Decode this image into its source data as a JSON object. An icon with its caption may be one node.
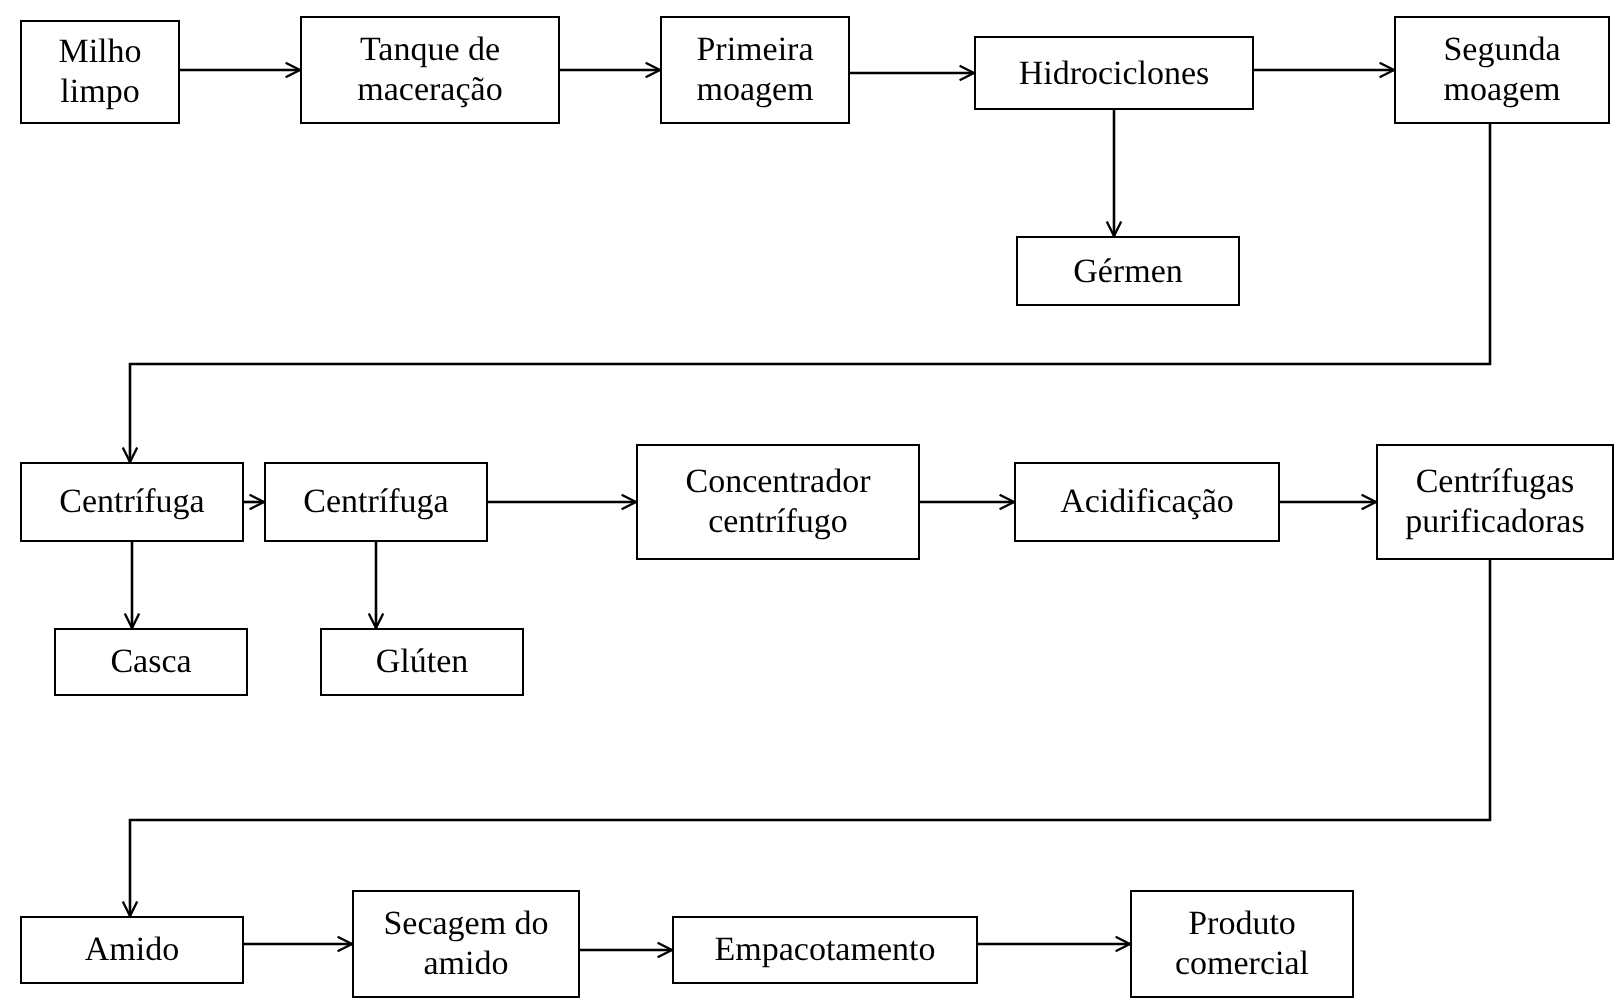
{
  "diagram": {
    "nodes": [
      {
        "text": [
          "Milho limpo"
        ]
      },
      {
        "text": [
          "Tanque de maceração"
        ]
      },
      {
        "text": [
          "Primeira moagem"
        ]
      },
      {
        "text": [
          "Hidrociclones"
        ]
      },
      {
        "text": [
          "Segunda moagem"
        ]
      },
      {
        "text": [
          "Gérmen"
        ]
      },
      {
        "text": [
          "Centrífuga"
        ]
      },
      {
        "text": [
          "Centrífuga"
        ]
      },
      {
        "text": [
          "Concentrador centrífugo"
        ]
      },
      {
        "text": [
          "Acidificação"
        ]
      },
      {
        "text": [
          "Centrífugas purificadoras"
        ]
      },
      {
        "text": [
          "Casca"
        ]
      },
      {
        "text": [
          "Glúten"
        ]
      },
      {
        "text": [
          "Amido"
        ]
      },
      {
        "text": [
          "Secagem do amido"
        ]
      },
      {
        "text": [
          "Empacotamento"
        ]
      },
      {
        "text": [
          "Produto comercial"
        ]
      }
    ],
    "edges": [
      {
        "from": 0,
        "to": 1,
        "arrow": "to"
      },
      {
        "from": 1,
        "to": 2,
        "arrow": "to"
      },
      {
        "from": 2,
        "to": 3,
        "arrow": "to"
      },
      {
        "from": 3,
        "to": 4,
        "arrow": "to"
      },
      {
        "from": 3,
        "to": 5,
        "arrow": "to"
      },
      {
        "from": 4,
        "to": 6,
        "arrow": "to"
      },
      {
        "from": 6,
        "to": 7,
        "arrow": "to"
      },
      {
        "from": 6,
        "to": 11,
        "arrow": "to"
      },
      {
        "from": 7,
        "to": 8,
        "arrow": "to"
      },
      {
        "from": 7,
        "to": 12,
        "arrow": "to"
      },
      {
        "from": 8,
        "to": 9,
        "arrow": "to"
      },
      {
        "from": 9,
        "to": 10,
        "arrow": "to"
      },
      {
        "from": 10,
        "to": 13,
        "arrow": "to"
      },
      {
        "from": 13,
        "to": 14,
        "arrow": "to"
      },
      {
        "from": 14,
        "to": 15,
        "arrow": "to"
      },
      {
        "from": 15,
        "to": 16,
        "arrow": "to"
      }
    ]
  }
}
